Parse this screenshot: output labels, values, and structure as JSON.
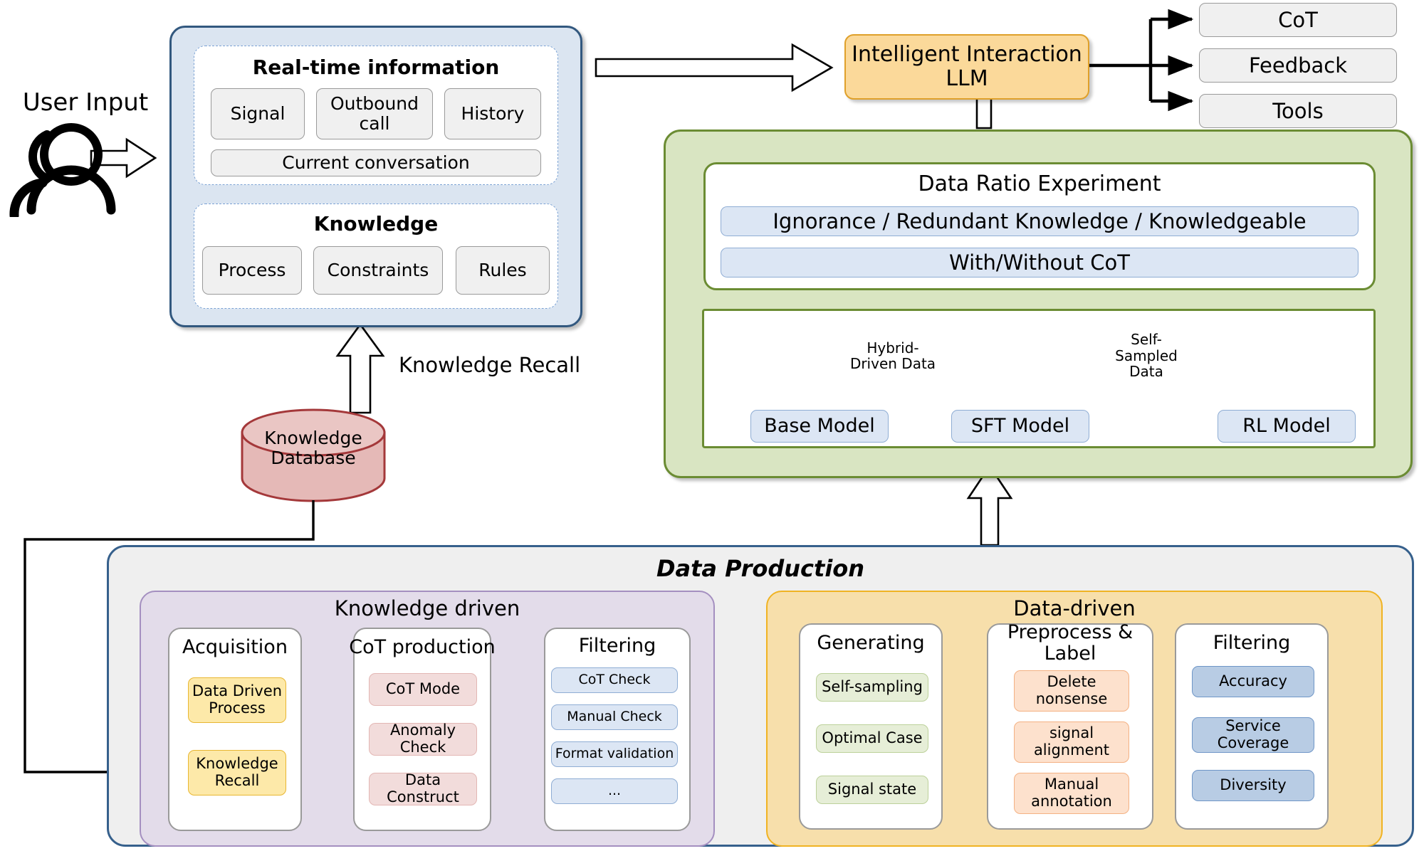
{
  "user": {
    "label": "User Input",
    "icon": "user-people-icon"
  },
  "context_panel": {
    "realtime": {
      "title": "Real-time information",
      "chips": [
        "Signal",
        "Outbound call",
        "History"
      ],
      "wide_chip": "Current conversation"
    },
    "knowledge": {
      "title": "Knowledge",
      "chips": [
        "Process",
        "Constraints",
        "Rules"
      ]
    }
  },
  "llm": {
    "label": "Intelligent Interaction LLM",
    "line1": "Intelligent Interaction",
    "line2": "LLM"
  },
  "outputs": [
    "CoT",
    "Feedback",
    "Tools"
  ],
  "knowledge_recall": {
    "label": "Knowledge Recall"
  },
  "knowledge_db": {
    "label": "Knowledge Database"
  },
  "experiment": {
    "title": "Data Ratio Experiment",
    "bars": [
      "Ignorance / Redundant Knowledge / Knowledgeable",
      "With/Without CoT"
    ],
    "pipeline": {
      "datasets": [
        "Hybrid-Driven Data",
        "Self-Sampled Data"
      ],
      "models": [
        "Base Model",
        "SFT Model",
        "RL Model"
      ]
    }
  },
  "data_production": {
    "title": "Data Production",
    "knowledge_driven": {
      "title": "Knowledge driven",
      "columns": [
        {
          "title": "Acquisition",
          "items": [
            "Data Driven Process",
            "Knowledge Recall"
          ]
        },
        {
          "title": "CoT production",
          "items": [
            "CoT Mode",
            "Anomaly Check",
            "Data Construct"
          ]
        },
        {
          "title": "Filtering",
          "items": [
            "CoT Check",
            "Manual Check",
            "Format validation",
            "..."
          ]
        }
      ]
    },
    "data_driven": {
      "title": "Data-driven",
      "columns": [
        {
          "title": "Generating",
          "items": [
            "Self-sampling",
            "Optimal Case",
            "Signal state"
          ]
        },
        {
          "title": "Preprocess & Label",
          "items": [
            "Delete nonsense",
            "signal alignment",
            "Manual annotation"
          ]
        },
        {
          "title": "Filtering",
          "items": [
            "Accuracy",
            "Service Coverage",
            "Diversity"
          ]
        }
      ]
    }
  },
  "colors": {
    "blue_panel_fill": "#dbe5f1",
    "blue_panel_border": "#32587f",
    "llm_fill": "#fbd99a",
    "llm_border": "#dfa02a",
    "green_fill": "#d9e5c2",
    "green_border": "#6b8c33",
    "gray_fill": "#efefef",
    "purple_fill": "#e3dcea",
    "amber_fill": "#f7dfab",
    "db_fill": "#e5b9b7",
    "db_border": "#a4383a"
  }
}
